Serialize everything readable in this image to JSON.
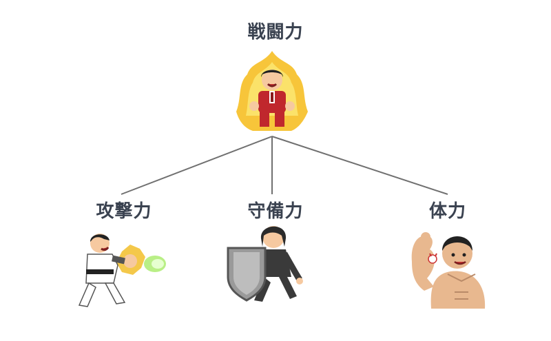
{
  "root": {
    "label": "戦闘力",
    "illustration": "power-aura-businessman"
  },
  "children": [
    {
      "label": "攻撃力",
      "illustration": "karate-fighter-fireball"
    },
    {
      "label": "守備力",
      "illustration": "shield-bearer"
    },
    {
      "label": "体力",
      "illustration": "muscular-man-flexing"
    }
  ],
  "colors": {
    "text": "#3a4250",
    "connector": "#707070",
    "aura": "#f7c53a",
    "suit": "#c0272d"
  }
}
